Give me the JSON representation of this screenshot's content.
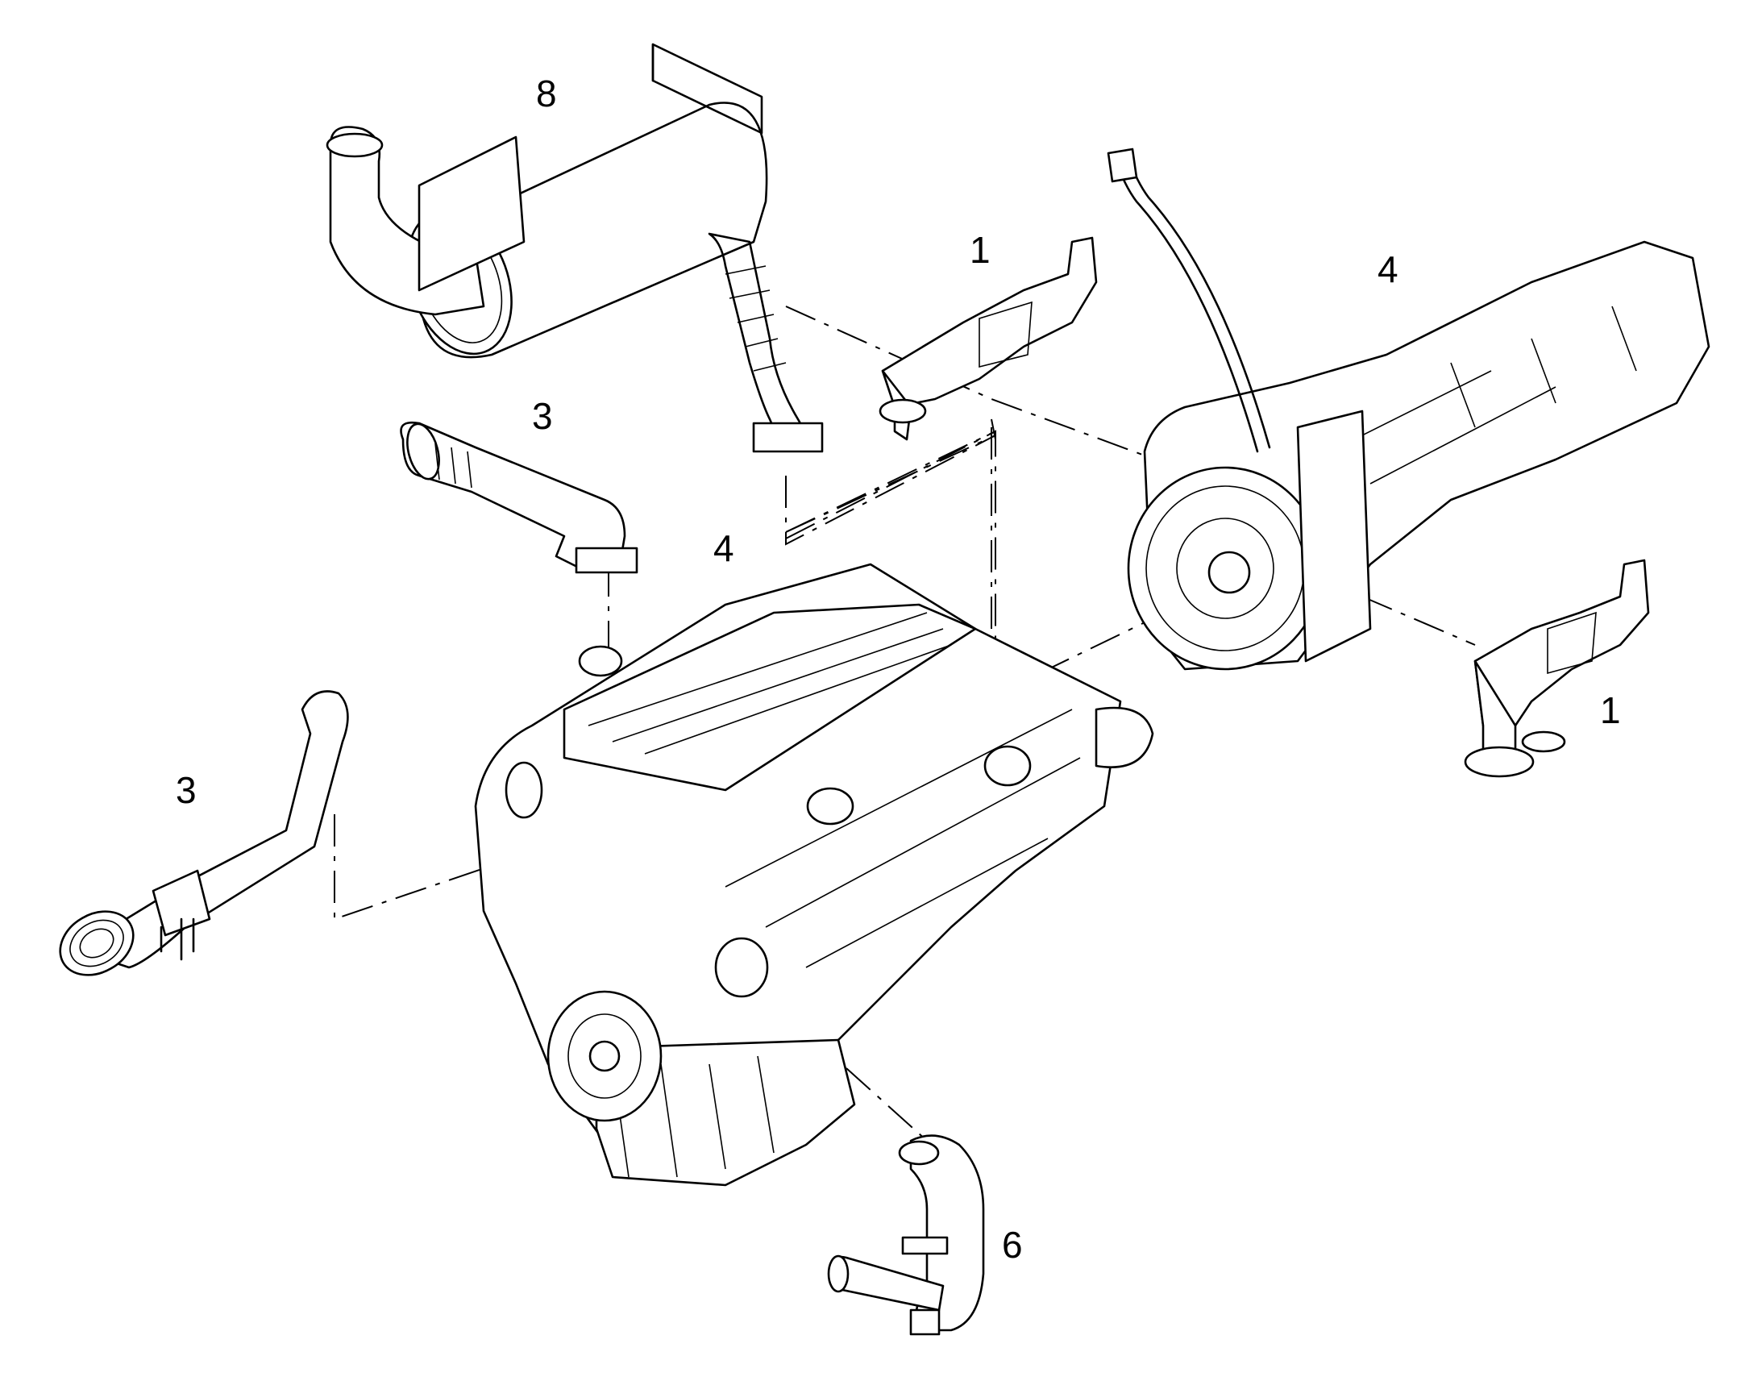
{
  "callouts": [
    {
      "id": "exhaust-silencer",
      "text": "8"
    },
    {
      "id": "engine-mount-upper",
      "text": "1"
    },
    {
      "id": "transmission",
      "text": "4"
    },
    {
      "id": "exhaust-pipe-upper",
      "text": "3"
    },
    {
      "id": "engine",
      "text": "4"
    },
    {
      "id": "engine-mount-lower",
      "text": "1"
    },
    {
      "id": "exhaust-pipe-lower",
      "text": "3"
    },
    {
      "id": "oil-pipe",
      "text": "6"
    }
  ],
  "colors": {
    "line": "#000000",
    "background": "#ffffff"
  }
}
